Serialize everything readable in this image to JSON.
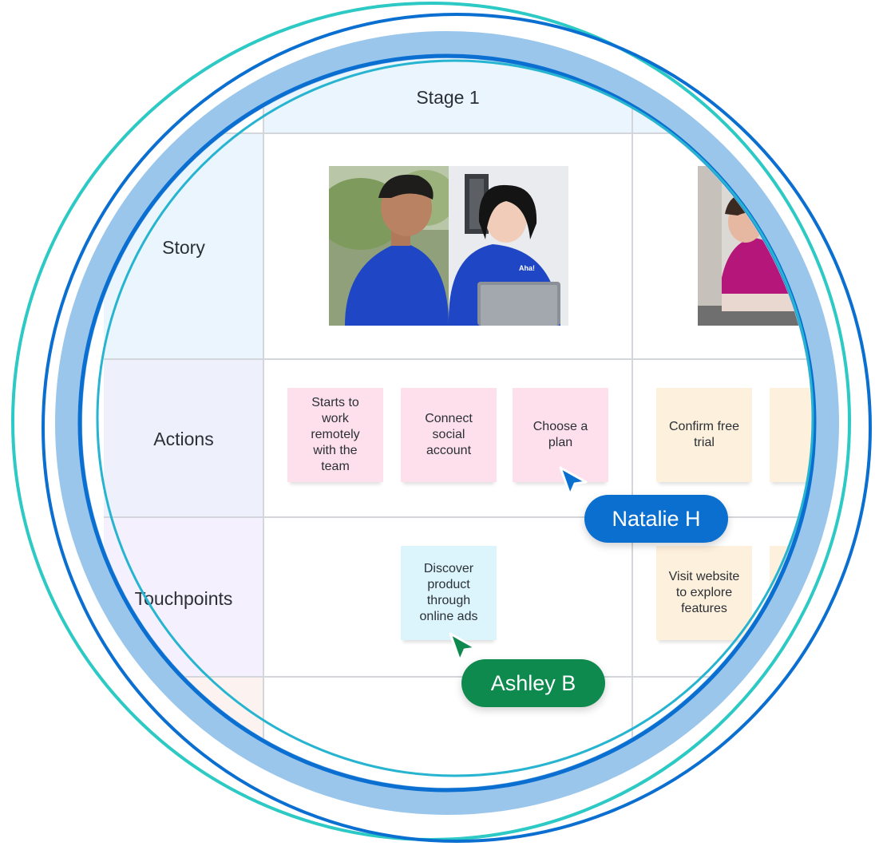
{
  "board": {
    "stage_header": "Stage 1",
    "rows": {
      "story": "Story",
      "actions": "Actions",
      "touchpoints": "Touchpoints"
    },
    "stickies": {
      "actions": [
        {
          "text": "Starts to work remotely with the team",
          "color": "#fde0eb"
        },
        {
          "text": "Connect social account",
          "color": "#fde0eb"
        },
        {
          "text": "Choose a plan",
          "color": "#fde0eb"
        },
        {
          "text": "Confirm free trial",
          "color": "#fdf0dc"
        }
      ],
      "touchpoints": [
        {
          "text": "Discover product through online ads",
          "color": "#dcf5fc"
        },
        {
          "text": "Visit website to explore features",
          "color": "#fdf0dc"
        }
      ]
    },
    "photo_shirt_text": "Aha!"
  },
  "collaborators": [
    {
      "name": "Natalie H",
      "color": "#0b6fcf"
    },
    {
      "name": "Ashley B",
      "color": "#0f8a4f"
    }
  ],
  "colors": {
    "ring_teal": "#2dc9c5",
    "ring_blue": "#0a6fd0",
    "ring_light": "#9ac6ec",
    "grid_line": "#d3d6da",
    "header_bg": "#eaf5fd"
  }
}
